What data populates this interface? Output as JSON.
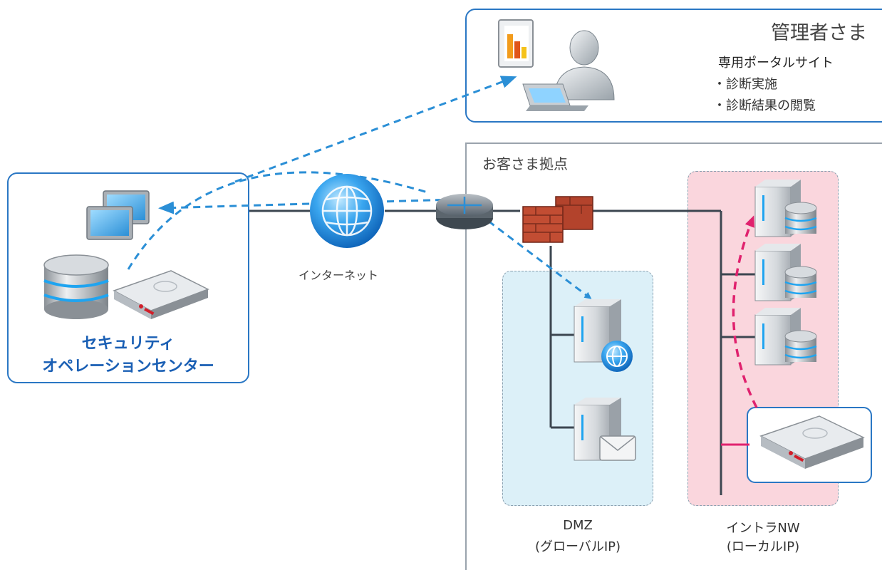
{
  "admin": {
    "title": "管理者さま",
    "portal_title": "専用ポータルサイト",
    "portal_items": [
      "・診断実施",
      "・診断結果の閲覧"
    ]
  },
  "site": {
    "title": "お客さま拠点"
  },
  "internet": {
    "label": "インターネット"
  },
  "soc": {
    "line1": "セキュリティ",
    "line2": "オペレーションセンター"
  },
  "dmz": {
    "name": "DMZ",
    "sub": "(グローバルIP)"
  },
  "intranet": {
    "name": "イントラNW",
    "sub": "(ローカルIP)"
  },
  "colors": {
    "frame_blue": "#2a77c4",
    "frame_gray": "#9aa3ad",
    "arrow_blue": "#2b8fd6",
    "arrow_pink": "#e0226e",
    "soc_text": "#1a5fb4",
    "dmz_fill": "#dcf0f8",
    "intranet_fill": "#fad6dd",
    "network_line": "#3c4650"
  },
  "icons": [
    "monitor-icon",
    "database-icon",
    "security-appliance-icon",
    "internet-globe-icon",
    "router-icon",
    "firewall-icon",
    "web-server-icon",
    "mail-server-icon",
    "db-server-icon",
    "admin-user-icon",
    "report-chart-icon"
  ]
}
